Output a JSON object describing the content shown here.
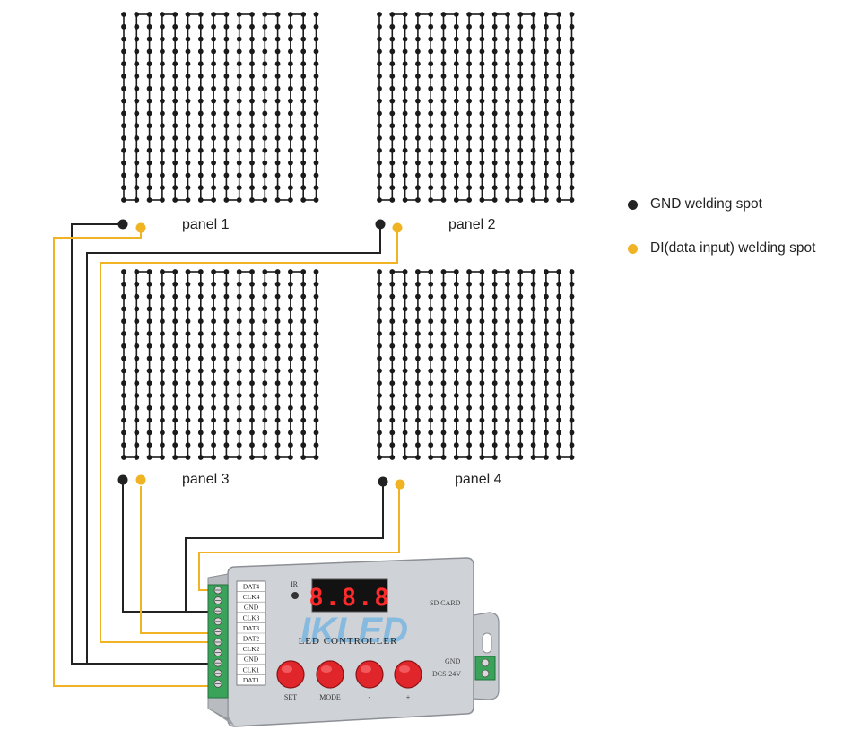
{
  "panels": [
    {
      "label": "panel 1"
    },
    {
      "label": "panel 2"
    },
    {
      "label": "panel 3"
    },
    {
      "label": "panel 4"
    }
  ],
  "legend": {
    "gnd": "GND welding spot",
    "di": "DI(data input) welding spot"
  },
  "colors": {
    "gnd": "#222222",
    "di": "#f0b323",
    "led": "#1a1a1a",
    "controller_body": "#c9ccd0",
    "button": "#e0262b",
    "terminal": "#3aa35a",
    "display_digit": "#ff2a2a"
  },
  "controller": {
    "brand": "IKLED",
    "model": "LED CONTROLLER",
    "ir_label": "IR",
    "display": "8.8.8",
    "sd_label": "SD CARD",
    "gnd_label": "GND",
    "power_label": "DCS-24V",
    "terminals": [
      "DAT4",
      "CLK4",
      "GND",
      "CLK3",
      "DAT3",
      "DAT2",
      "CLK2",
      "GND",
      "CLK1",
      "DAT1"
    ],
    "buttons": [
      "SET",
      "MODE",
      "-",
      "+"
    ]
  }
}
